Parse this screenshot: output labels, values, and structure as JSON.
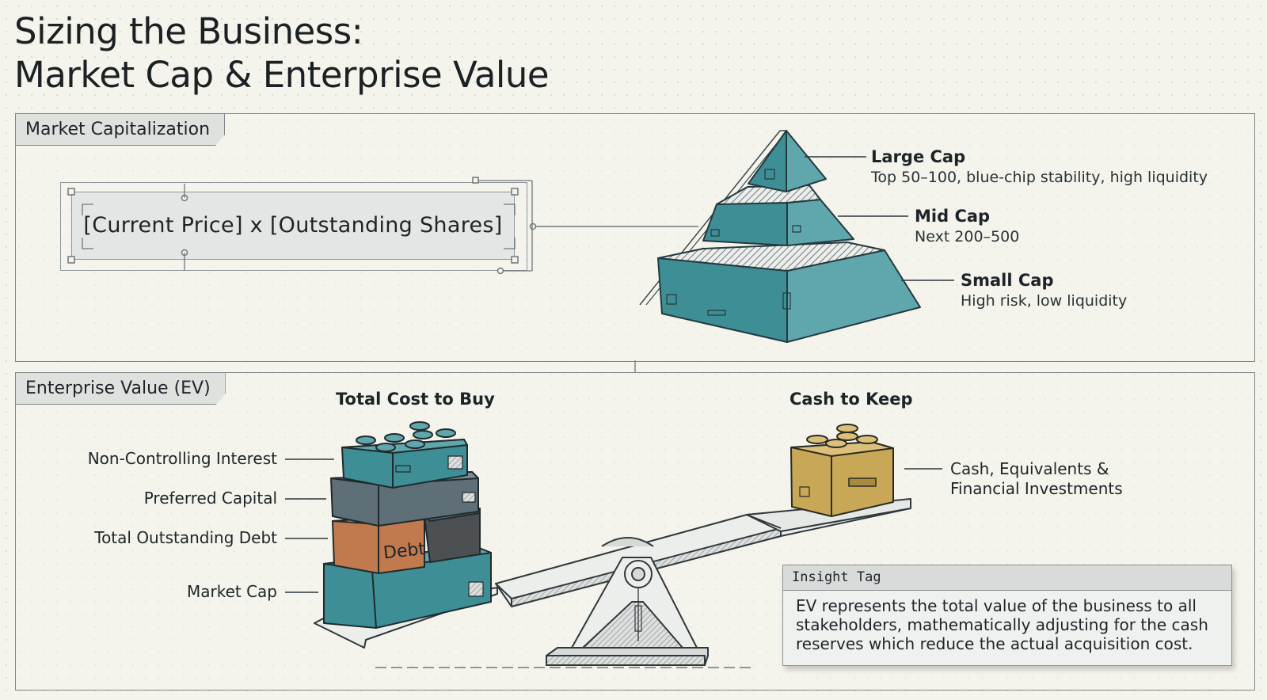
{
  "title": {
    "line1": "Sizing the Business:",
    "line2": "Market Cap & Enterprise Value"
  },
  "market_cap_section": {
    "tab": "Market Capitalization",
    "formula": "[Current Price] x [Outstanding Shares]",
    "pyramid": [
      {
        "name": "Large Cap",
        "desc": "Top 50–100, blue-chip stability, high liquidity"
      },
      {
        "name": "Mid Cap",
        "desc": "Next 200–500"
      },
      {
        "name": "Small Cap",
        "desc": "High risk, low liquidity"
      }
    ]
  },
  "ev_section": {
    "tab": "Enterprise Value (EV)",
    "left_heading": "Total Cost to Buy",
    "right_heading": "Cash to Keep",
    "stack_labels": [
      "Non-Controlling Interest",
      "Preferred Capital",
      "Total Outstanding Debt",
      "Market Cap"
    ],
    "debt_block_label": "Debt",
    "cash_label_line1": "Cash, Equivalents &",
    "cash_label_line2": "Financial Investments",
    "insight": {
      "header": "Insight Tag",
      "line1": "EV represents the total value of the business to all",
      "line2": "stakeholders, mathematically adjusting for the cash",
      "line3": "reserves which reduce the actual acquisition cost."
    }
  },
  "colors": {
    "teal": "#3e8e96",
    "teal_light": "#5fa6ad",
    "slate": "#5e6f78",
    "orange": "#c07a4e",
    "charcoal": "#4c5052",
    "gold": "#c8a857",
    "ink": "#1d2428"
  }
}
